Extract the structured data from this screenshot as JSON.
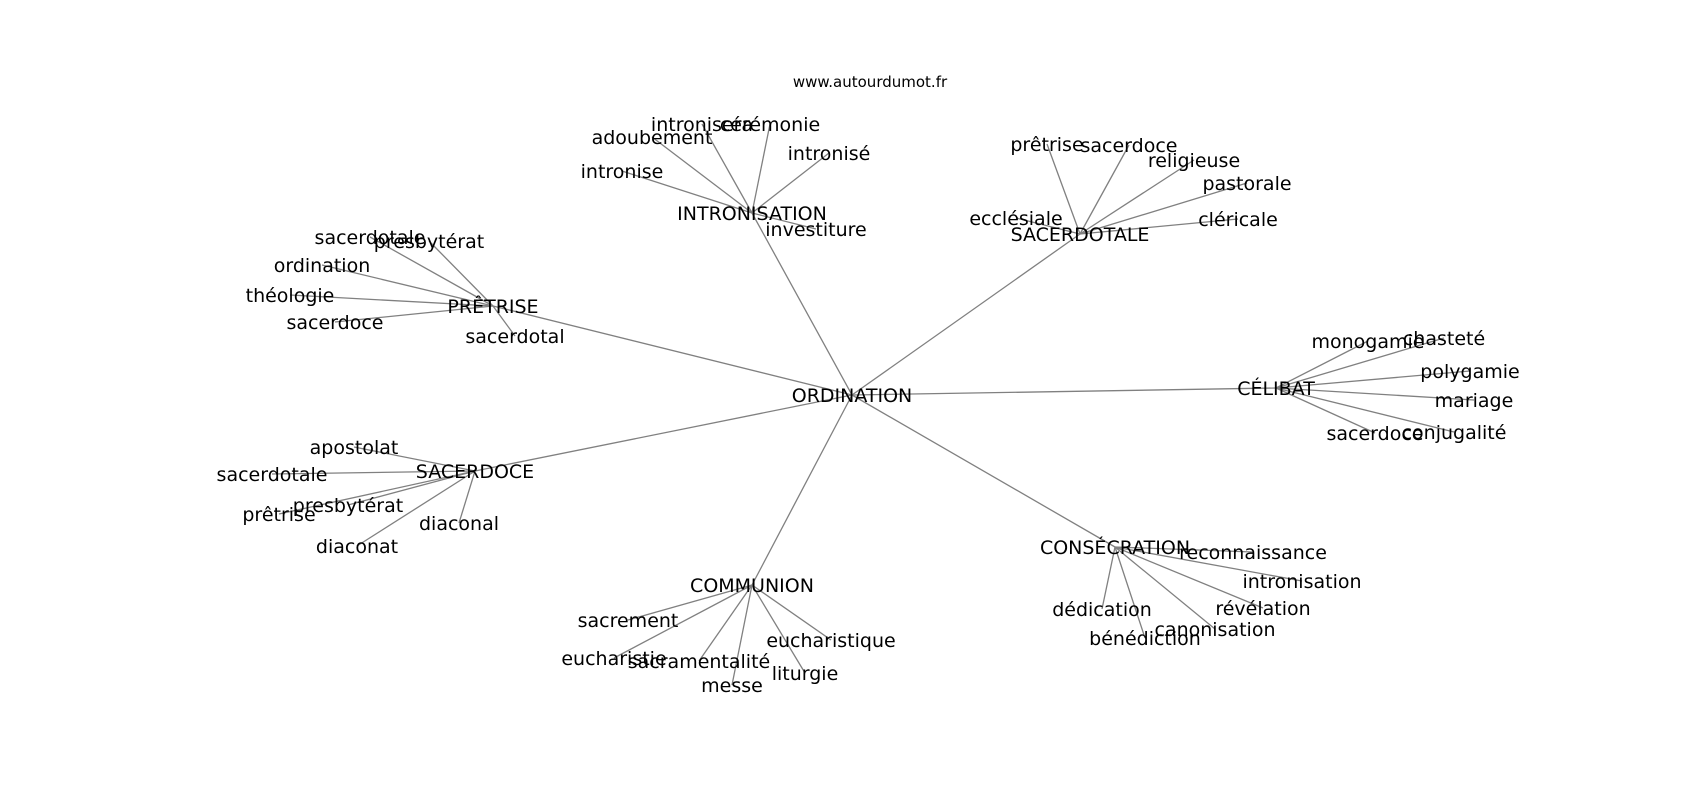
{
  "source": "www.autourdumot.fr",
  "root": "ORDINATION",
  "hubs": [
    {
      "label": "INTRONISATION",
      "leaves": [
        "intronisera",
        "cérémonie",
        "adoubement",
        "intronisé",
        "intronise",
        "investiture"
      ]
    },
    {
      "label": "SACERDOTALE",
      "leaves": [
        "prêtrise",
        "sacerdoce",
        "religieuse",
        "pastorale",
        "ecclésiale",
        "cléricale"
      ]
    },
    {
      "label": "PRÊTRISE",
      "leaves": [
        "sacerdotale",
        "presbytérat",
        "ordination",
        "théologie",
        "sacerdoce",
        "sacerdotal"
      ]
    },
    {
      "label": "CÉLIBAT",
      "leaves": [
        "monogamie",
        "chasteté",
        "polygamie",
        "mariage",
        "sacerdoce",
        "conjugalité"
      ]
    },
    {
      "label": "SACERDOCE",
      "leaves": [
        "apostolat",
        "sacerdotale",
        "presbytérat",
        "prêtrise",
        "diaconal",
        "diaconat"
      ]
    },
    {
      "label": "CONSÉCRATION",
      "leaves": [
        "reconnaissance",
        "intronisation",
        "dédication",
        "révélation",
        "canonisation",
        "bénédiction"
      ]
    },
    {
      "label": "COMMUNION",
      "leaves": [
        "sacrement",
        "eucharistique",
        "eucharistie",
        "sacramentalité",
        "liturgie",
        "messe"
      ]
    }
  ]
}
